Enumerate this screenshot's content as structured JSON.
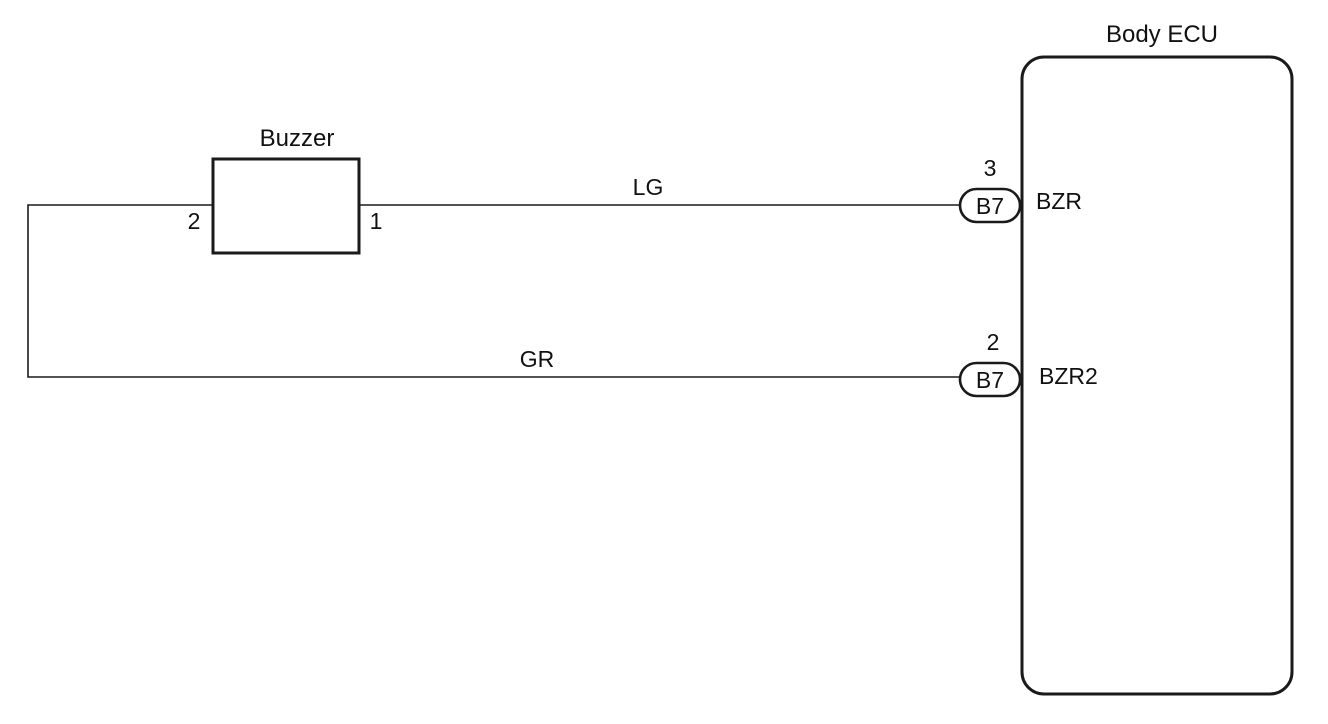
{
  "buzzer": {
    "label": "Buzzer",
    "pin_left": "2",
    "pin_right": "1"
  },
  "ecu": {
    "label": "Body ECU",
    "terminals": [
      {
        "pin": "3",
        "connector": "B7",
        "name": "BZR"
      },
      {
        "pin": "2",
        "connector": "B7",
        "name": "BZR2"
      }
    ]
  },
  "wires": [
    {
      "color_code": "LG"
    },
    {
      "color_code": "GR"
    }
  ]
}
